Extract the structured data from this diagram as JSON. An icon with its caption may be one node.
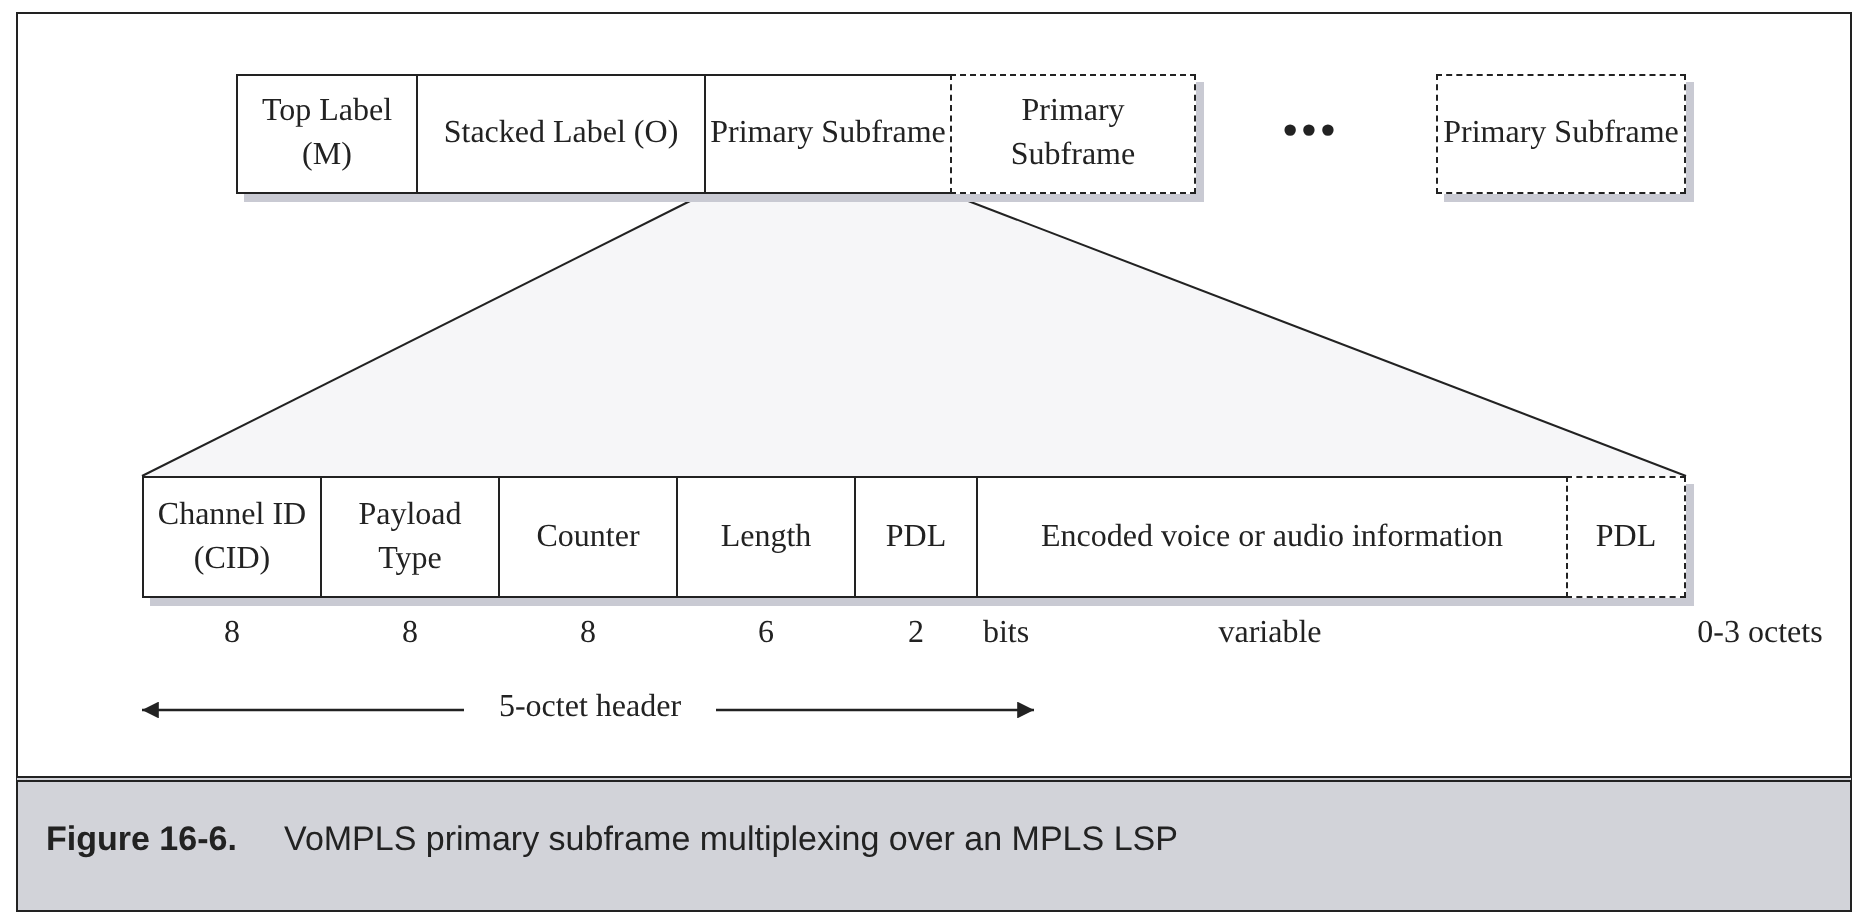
{
  "diagram": {
    "caption": "**Figure 16-6.**     VoMPLS primary subframe multiplexing over an MPLS LSP",
    "nodes": [
      {
        "text": [
          "Top Label (M)"
        ]
      },
      {
        "text": [
          "Stacked Label (O)"
        ]
      },
      {
        "text": [
          "Primary Subframe"
        ]
      },
      {
        "text": [
          "Primary Subframe"
        ]
      },
      {
        "text": [
          "Primary Subframe"
        ]
      },
      {
        "text": [
          "Channel ID (CID)"
        ]
      },
      {
        "text": [
          "Payload Type"
        ]
      },
      {
        "text": [
          "Counter"
        ]
      },
      {
        "text": [
          "Length"
        ]
      },
      {
        "text": [
          "PDL"
        ]
      },
      {
        "text": [
          "Encoded voice or audio information"
        ]
      },
      {
        "text": [
          "PDL"
        ]
      }
    ],
    "labels": [
      "•••",
      "8",
      "8",
      "8",
      "6",
      "2",
      "bits",
      "variable",
      "0-3 octets",
      "5-octet header"
    ]
  }
}
